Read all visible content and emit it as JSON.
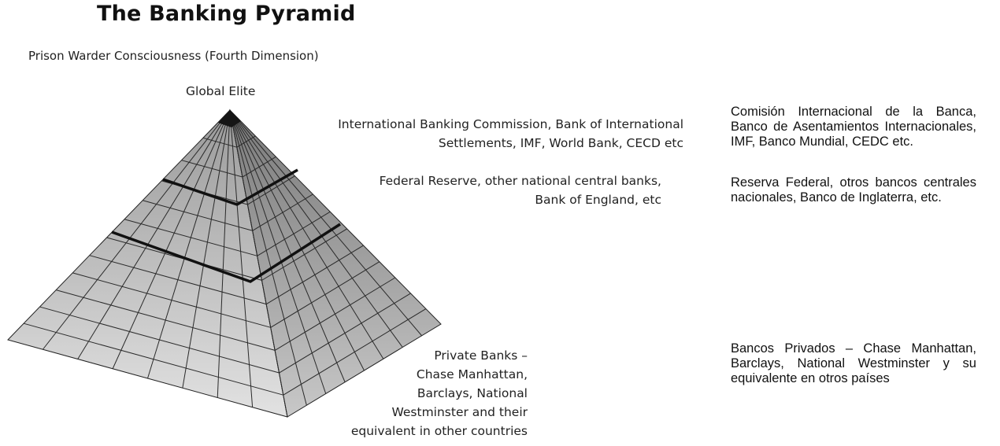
{
  "title": "The Banking Pyramid",
  "subtitle": "Prison Warder Consciousness (Fourth Dimension)",
  "pyramid": {
    "apex_label": "Global Elite",
    "tier1_lines": [
      "International Banking Commission, Bank of International",
      "Settlements, IMF, World Bank, CECD etc"
    ],
    "tier2_lines": [
      "Federal Reserve, other national central banks,",
      "Bank of England, etc"
    ],
    "tier3_lines": [
      "Private Banks –",
      "Chase Manhattan,",
      "Barclays, National",
      "Westminster and their",
      "equivalent in other countries"
    ]
  },
  "translations": {
    "tier1": "Comisión Internacional de la Banca, Banco de Asentamientos Internacionales, IMF, Banco Mundial, CEDC etc.",
    "tier2": "Reserva Federal, otros bancos centrales nacionales, Banco de Inglaterra, etc.",
    "tier3": "Bancos Privados – Chase Manhattan, Barclays, National Westminster y su equivalente en otros países"
  },
  "colors": {
    "apex": "#151515",
    "left_face": "#d2d2d2",
    "right_face": "#b4b4b4",
    "grid": "#2a2a2a"
  }
}
